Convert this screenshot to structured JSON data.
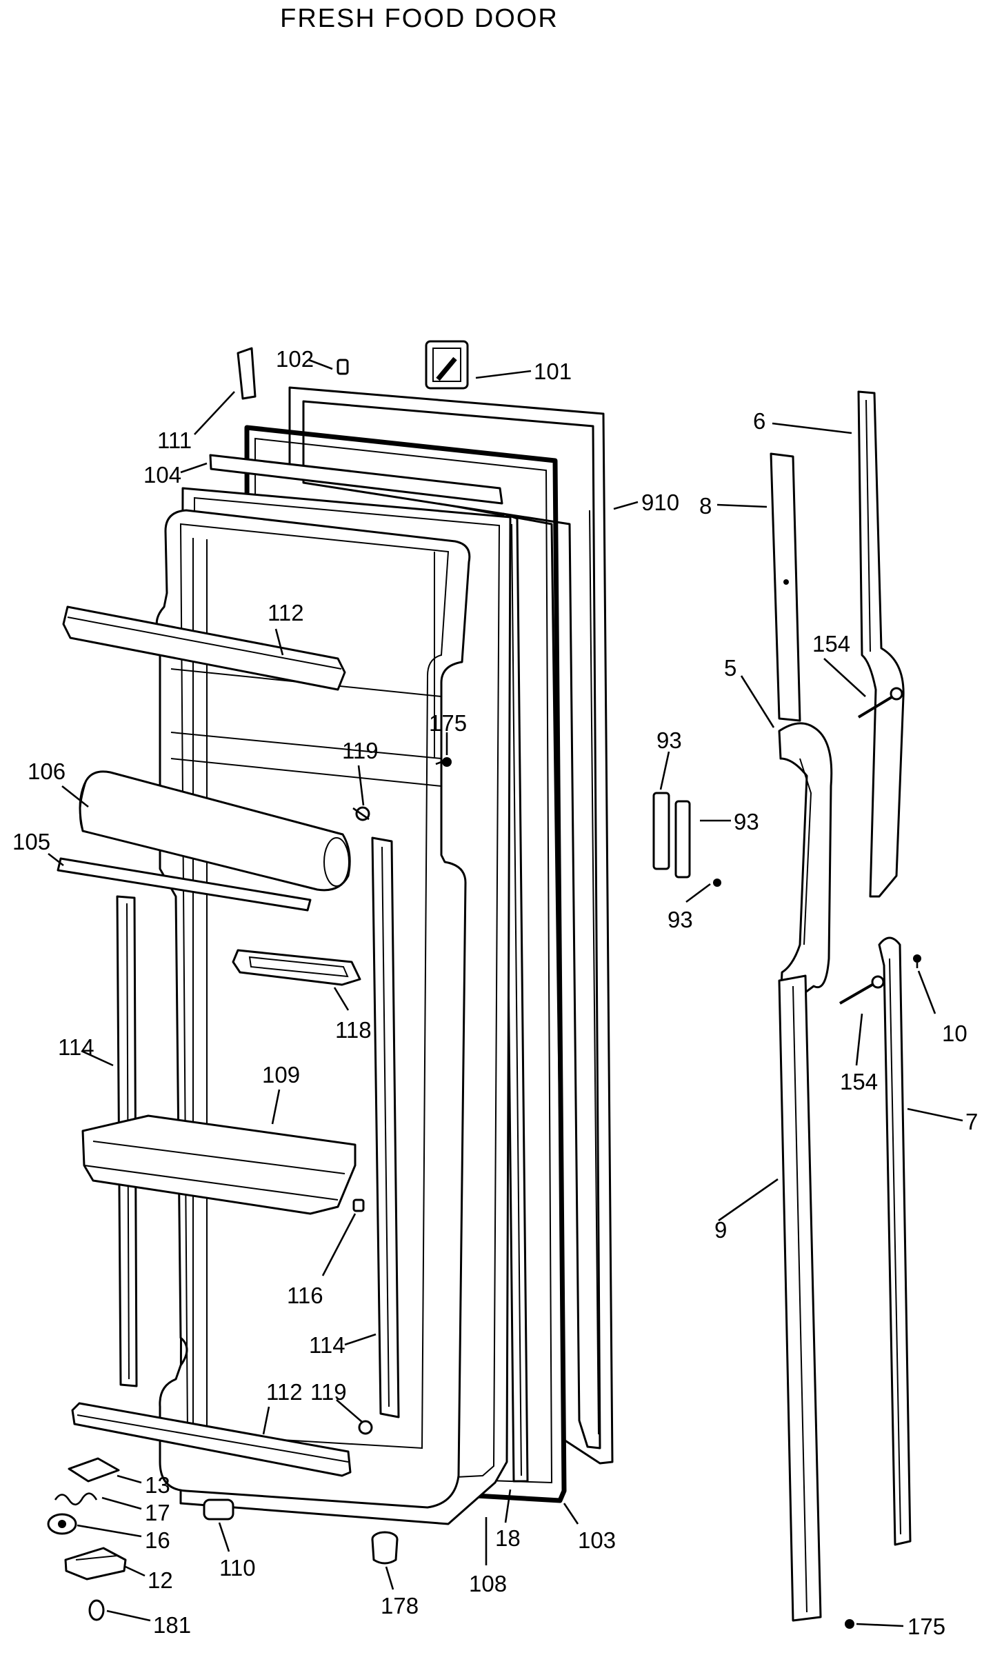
{
  "diagram": {
    "title": "FRESH FOOD DOOR",
    "callouts": {
      "c101": "101",
      "c102": "102",
      "c111": "111",
      "c104": "104",
      "c910": "910",
      "c6": "6",
      "c8": "8",
      "c112a": "112",
      "c154a": "154",
      "c5": "5",
      "c175a": "175",
      "c119a": "119",
      "c106": "106",
      "c93a": "93",
      "c93b": "93",
      "c105": "105",
      "c93c": "93",
      "c118": "118",
      "c10": "10",
      "c114a": "114",
      "c154b": "154",
      "c109": "109",
      "c7": "7",
      "c9": "9",
      "c116": "116",
      "c114b": "114",
      "c112b": "112",
      "c119b": "119",
      "c13": "13",
      "c17": "17",
      "c16": "16",
      "c12": "12",
      "c110": "110",
      "c178": "178",
      "c108": "108",
      "c18": "18",
      "c103": "103",
      "c181": "181",
      "c175b": "175"
    }
  }
}
